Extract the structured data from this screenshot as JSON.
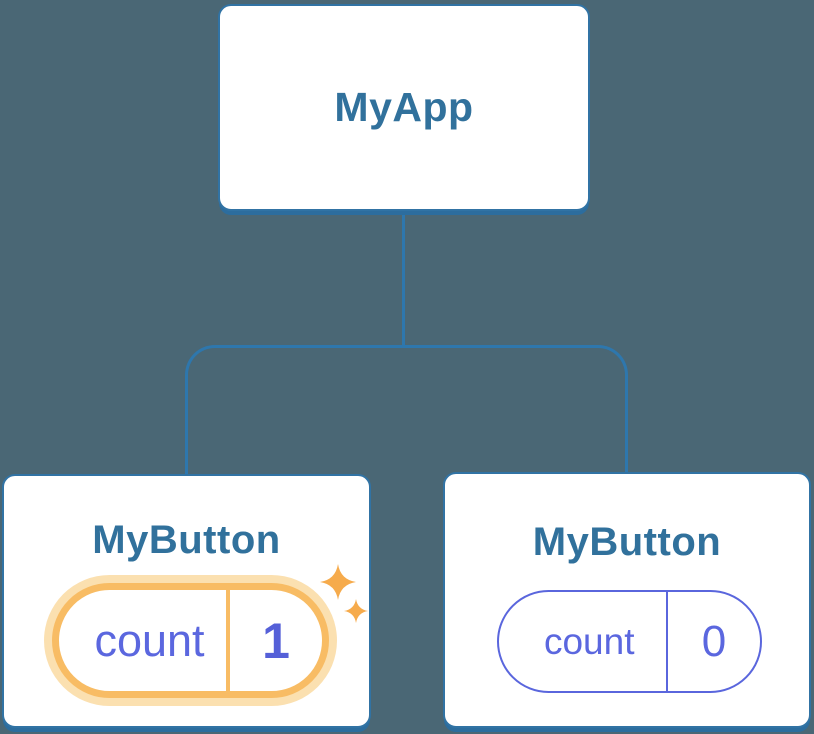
{
  "diagram_type": "component-tree",
  "tree": {
    "root": {
      "label": "MyApp"
    },
    "children": [
      {
        "label": "MyButton",
        "state": {
          "key": "count",
          "value": "1"
        },
        "highlighted": true,
        "decoration": "sparkles-icon"
      },
      {
        "label": "MyButton",
        "state": {
          "key": "count",
          "value": "0"
        },
        "highlighted": false
      }
    ]
  },
  "colors": {
    "bg": "#4a6775",
    "line": "#2e77ad",
    "card-bg": "#ffffff",
    "card-border": "#3173a4",
    "card-edge": "#2c6d9e",
    "title": "#31719c",
    "orange": "#f8bc64",
    "orange-halo": "#fbe0b0",
    "sparkle": "#f6ab4c",
    "indigo": "#5b67df",
    "indigo-bold": "#5560d8",
    "indigo-border": "#5a66dd"
  }
}
